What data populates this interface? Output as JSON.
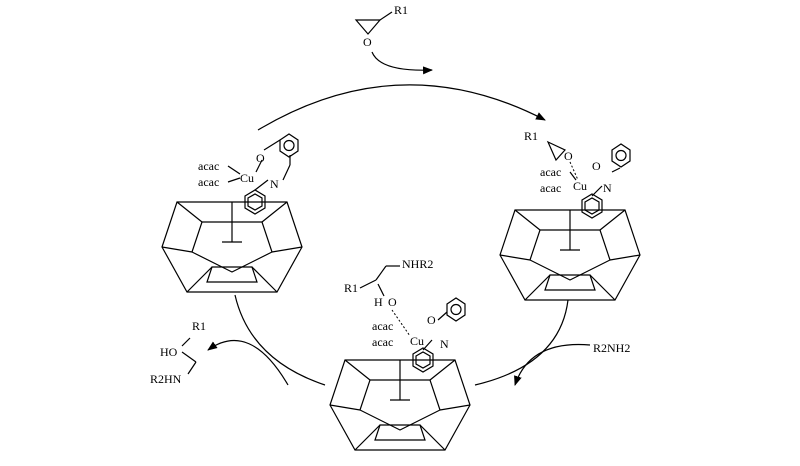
{
  "catalyst_label": {
    "metal": "Cu",
    "ligand": "acac",
    "oxygen": "O",
    "nitrogen": "N"
  },
  "reagents": {
    "epoxide_substituent": "R1",
    "epoxide_oxygen": "O",
    "amine": "R2NH2"
  },
  "intermediate": {
    "amine_group": "NHR2",
    "substituent": "R1",
    "hydrogen": "H",
    "oxygen": "O"
  },
  "product": {
    "substituent": "R1",
    "hydroxyl": "HO",
    "amine": "R2HN"
  },
  "colors": {
    "ink": "#000000",
    "background": "#ffffff"
  }
}
